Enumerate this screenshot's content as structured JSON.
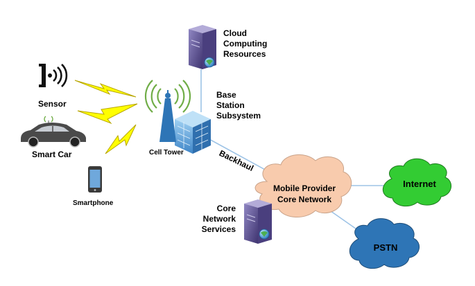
{
  "labels": {
    "cloud_computing": [
      "Cloud",
      "Computing",
      "Resources"
    ],
    "base_station": [
      "Base",
      "Station",
      "Subsystem"
    ],
    "sensor": "Sensor",
    "smart_car": "Smart Car",
    "smartphone": "Smartphone",
    "cell_tower": "Cell Tower",
    "backhaul": "Backhaul",
    "core_network": [
      "Mobile Provider",
      "Core Network"
    ],
    "internet": "Internet",
    "core_services": [
      "Core",
      "Network",
      "Services"
    ],
    "pstn": "PSTN"
  },
  "colors": {
    "link_line": "#9dc3e6",
    "core_cloud": "#f8cbad",
    "core_cloud_stroke": "#c9a38a",
    "internet_cloud": "#33cc33",
    "internet_stroke": "#1e7a1e",
    "pstn_cloud": "#2e75b6",
    "pstn_stroke": "#1f4e79",
    "lightning": "#ffff00",
    "lightning_stroke": "#b8a600",
    "tower": "#2e75b6",
    "signal_arcs": "#70ad47",
    "server": "#5b4a8b"
  }
}
